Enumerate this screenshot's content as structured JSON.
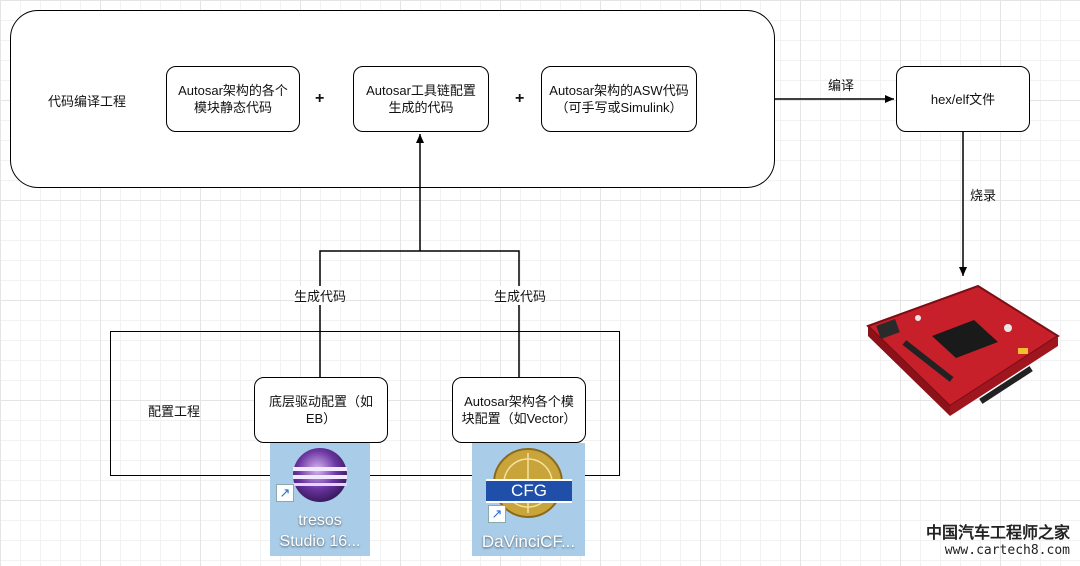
{
  "compile_project": {
    "label": "代码编译工程",
    "box_static": "Autosar架构的各个模块静态代码",
    "box_toolchain": "Autosar工具链配置生成的代码",
    "box_asw": "Autosar架构的ASW代码（可手写或Simulink）",
    "plus_1": "+",
    "plus_2": "+"
  },
  "edge_compile": "编译",
  "hex_box": "hex/elf文件",
  "edge_flash": "烧录",
  "edge_gen_left": "生成代码",
  "edge_gen_right": "生成代码",
  "config_project": {
    "label": "配置工程",
    "box_eb": "底层驱动配置（如EB）",
    "box_vector": "Autosar架构各个模块配置（如Vector）"
  },
  "icon_tresos": {
    "caption_1": "tresos",
    "caption_2": "Studio 16..."
  },
  "icon_davinci": {
    "badge": "CFG",
    "caption": "DaVinciCF..."
  },
  "watermark": {
    "line_1": "中国汽车工程师之家",
    "line_2": "www.cartech8.com"
  },
  "colors": {
    "board_red": "#c8202a",
    "tile_blue": "#a9cde8",
    "tresos_purple": "#5a2a8a",
    "davinci_gold": "#c9a43a",
    "cfg_blue": "#1f4fa8"
  }
}
